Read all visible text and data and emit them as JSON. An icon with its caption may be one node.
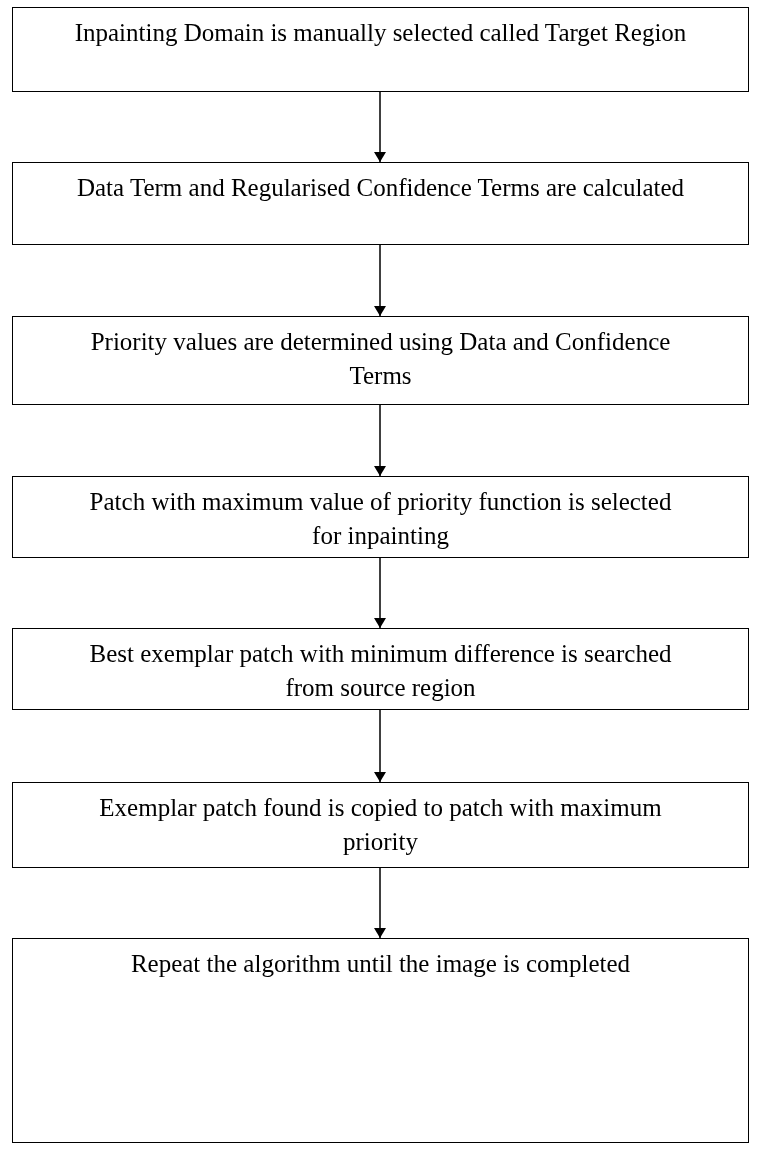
{
  "diagram": {
    "nodes": [
      {
        "text": [
          "Inpainting Domain is manually selected called Target Region"
        ]
      },
      {
        "text": [
          "Data Term and Regularised Confidence Terms are calculated"
        ]
      },
      {
        "text": [
          "Priority values are determined using Data and Confidence Terms"
        ]
      },
      {
        "text": [
          "Patch with maximum value of priority function is selected for inpainting"
        ]
      },
      {
        "text": [
          "Best exemplar patch with minimum difference is searched from source region"
        ]
      },
      {
        "text": [
          "Exemplar patch found is copied to patch with maximum priority"
        ]
      },
      {
        "text": [
          "Repeat the algorithm until the image is completed"
        ]
      }
    ],
    "edges": [
      {
        "from": 0,
        "to": 1,
        "arrow": "to"
      },
      {
        "from": 1,
        "to": 2,
        "arrow": "to"
      },
      {
        "from": 2,
        "to": 3,
        "arrow": "to"
      },
      {
        "from": 3,
        "to": 4,
        "arrow": "to"
      },
      {
        "from": 4,
        "to": 5,
        "arrow": "to"
      },
      {
        "from": 5,
        "to": 6,
        "arrow": "to"
      }
    ]
  }
}
